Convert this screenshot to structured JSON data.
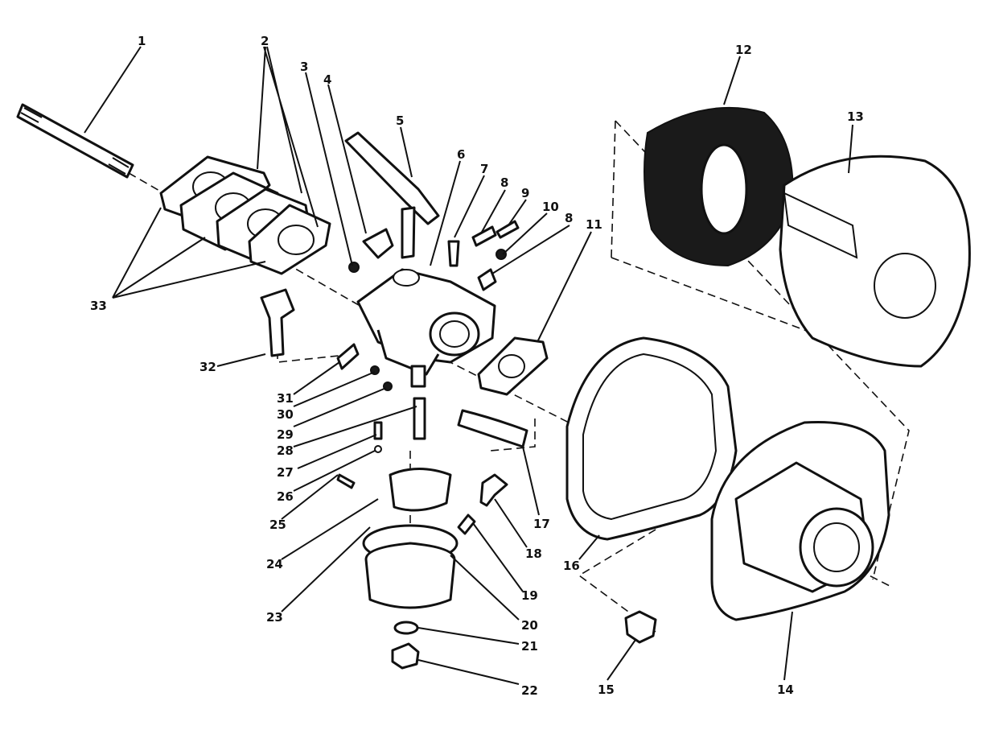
{
  "diagram": {
    "callouts": [
      "1",
      "2",
      "3",
      "4",
      "5",
      "6",
      "7",
      "8",
      "9",
      "10",
      "8",
      "11",
      "12",
      "13",
      "14",
      "15",
      "16",
      "17",
      "18",
      "19",
      "20",
      "21",
      "22",
      "23",
      "24",
      "25",
      "26",
      "27",
      "28",
      "29",
      "30",
      "31",
      "32",
      "33"
    ]
  },
  "colors": {
    "ink": "#111111",
    "paper": "#ffffff"
  }
}
